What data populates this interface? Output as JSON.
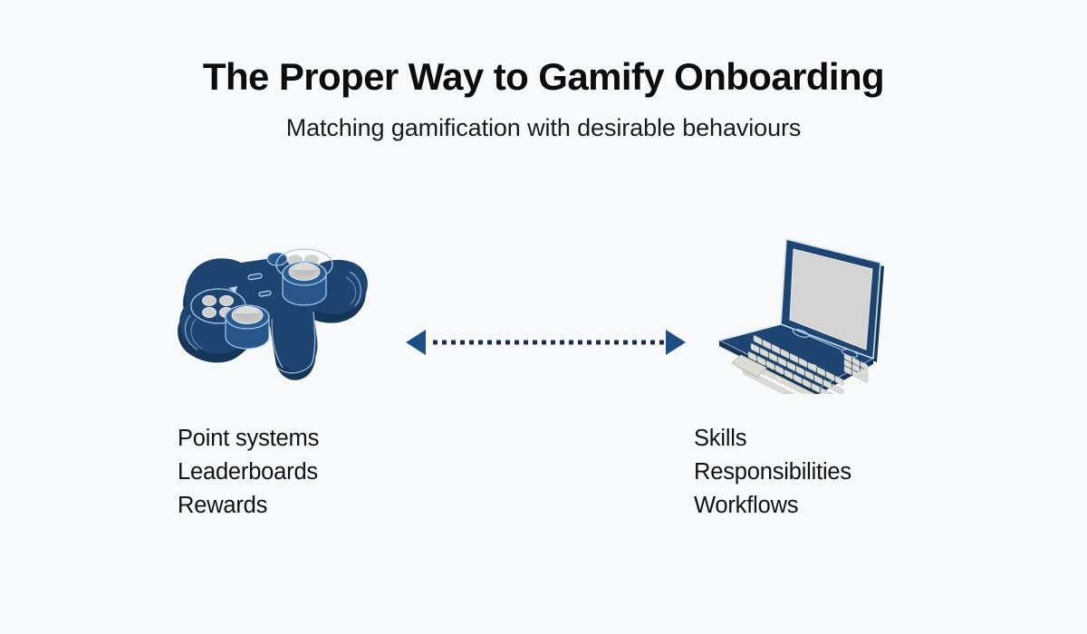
{
  "background_color": "#f8f9fb",
  "header": {
    "title": "The Proper Way to Gamify Onboarding",
    "subtitle": "Matching gamification with desirable behaviours"
  },
  "colors": {
    "navy": "#1e4571",
    "navy_dark": "#163657",
    "navy_light": "#27568a",
    "outline_light": "#aecbe8",
    "gray_button": "#c9c9c9",
    "gray_screen": "#d4d4d4",
    "gray_key": "#dcdcd6",
    "arrow_dot": "#1a2e4a",
    "arrow_head": "#1e4e86",
    "text": "#111111",
    "title_text": "#0d0d0d"
  },
  "illustration": {
    "left_icon": "game-controller-icon",
    "right_icon": "laptop-icon",
    "connector": "dotted-double-headed-arrow"
  },
  "left_column": {
    "icon_label": "game-controller",
    "items": [
      "Point systems",
      "Leaderboards",
      "Rewards"
    ]
  },
  "right_column": {
    "icon_label": "laptop",
    "items": [
      "Skills",
      "Responsibilities",
      "Workflows"
    ]
  }
}
